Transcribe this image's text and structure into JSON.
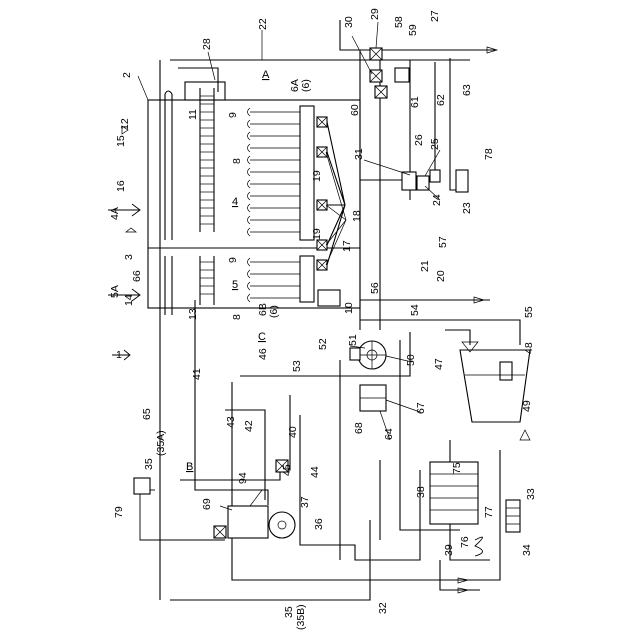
{
  "figure_number": "1",
  "zones": {
    "a": "A",
    "b": "B",
    "c": "C"
  },
  "labels": {
    "n2": "2",
    "n3": "3",
    "n4": "4",
    "n4a": "4A",
    "n5": "5",
    "n5a": "5A",
    "n6a": "6A",
    "n6a_sub": "(6)",
    "n6b": "6B",
    "n6b_sub": "(6)",
    "n8a": "8",
    "n8b": "8",
    "n9a": "9",
    "n9b": "9",
    "n10": "10",
    "n11": "11",
    "n12": "12",
    "n13": "13",
    "n14": "14",
    "n15": "15",
    "n16": "16",
    "n17": "17",
    "n18": "18",
    "n19a": "19",
    "n19b": "19",
    "n20": "20",
    "n21": "21",
    "n22": "22",
    "n23": "23",
    "n24": "24",
    "n25": "25",
    "n26": "26",
    "n27": "27",
    "n28": "28",
    "n29": "29",
    "n30": "30",
    "n31": "31",
    "n32": "32",
    "n33": "33",
    "n34": "34",
    "n35a": "35",
    "n35a_sub": "(35A)",
    "n35b": "35",
    "n35b_sub": "(35B)",
    "n36": "36",
    "n37": "37",
    "n38": "38",
    "n39": "39",
    "n40": "40",
    "n41": "41",
    "n42": "42",
    "n43": "43",
    "n44": "44",
    "n45": "45",
    "n46": "46",
    "n47": "47",
    "n48": "48",
    "n49": "49",
    "n50": "50",
    "n51": "51",
    "n52": "52",
    "n53": "53",
    "n54": "54",
    "n55": "55",
    "n56": "56",
    "n57": "57",
    "n58": "58",
    "n59": "59",
    "n60": "60",
    "n61": "61",
    "n62": "62",
    "n63": "63",
    "n64": "64",
    "n65": "65",
    "n66": "66",
    "n67": "67",
    "n68": "68",
    "n69": "69",
    "n75": "75",
    "n76": "76",
    "n77": "77",
    "n78": "78",
    "n79": "79",
    "n94": "94"
  }
}
